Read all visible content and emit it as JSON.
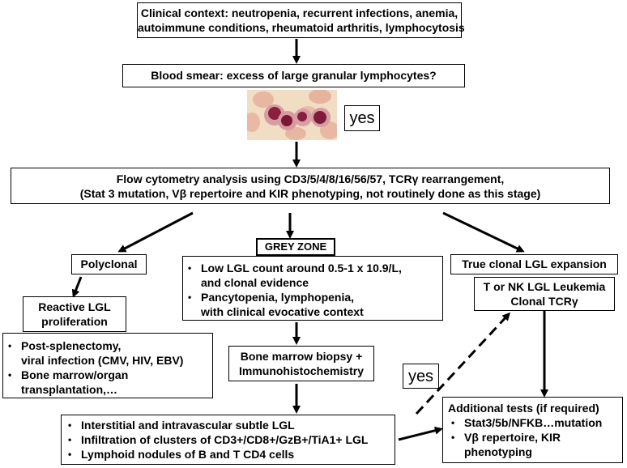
{
  "clinical_context": {
    "line1": "Clinical context: neutropenia, recurrent infections, anemia,",
    "line2": "autoimmune conditions, rheumatoid arthritis, lymphocytosis"
  },
  "blood_smear": {
    "text": "Blood smear: excess of large granular lymphocytes?"
  },
  "yes_top": "yes",
  "flow_cytometry": {
    "line1": "Flow cytometry analysis using CD3/5/4/8/16/56/57, TCRγ rearrangement,",
    "line2": "(Stat 3 mutation, Vβ repertoire and KIR phenotyping, not routinely done as this stage)"
  },
  "polyclonal": "Polyclonal",
  "reactive": {
    "line1": "Reactive LGL",
    "line2": "proliferation"
  },
  "reactive_causes": {
    "item1_line1": "Post-splenectomy,",
    "item1_line2": "viral infection (CMV, HIV, EBV)",
    "item2_line1": "Bone marrow/organ",
    "item2_line2": "transplantation,…"
  },
  "grey_zone": {
    "label": "GREY ZONE",
    "item1_line1": "Low LGL count around 0.5-1 x 10.9/L,",
    "item1_line2": "and clonal evidence",
    "item2_line1": "Pancytopenia, lymphopenia,",
    "item2_line2": "with clinical evocative context"
  },
  "bone_marrow": {
    "line1": "Bone marrow biopsy +",
    "line2": "Immunohistochemistry"
  },
  "findings": {
    "item1": "Interstitial and intravascular subtle LGL",
    "item2": "Infiltration of clusters of CD3+/CD8+/GzB+/TiA1+ LGL",
    "item3": "Lymphoid nodules of B and T CD4 cells"
  },
  "true_clonal": "True clonal LGL expansion",
  "leukemia": {
    "line1": "T or NK LGL Leukemia",
    "line2": "Clonal TCRγ"
  },
  "yes_mid": "yes",
  "additional_tests": {
    "title": "Additional tests (if required)",
    "item1": "Stat3/5b/NFKB…mutation",
    "item2_line1": "Vβ repertoire, KIR",
    "item2_line2": "phenotyping"
  }
}
